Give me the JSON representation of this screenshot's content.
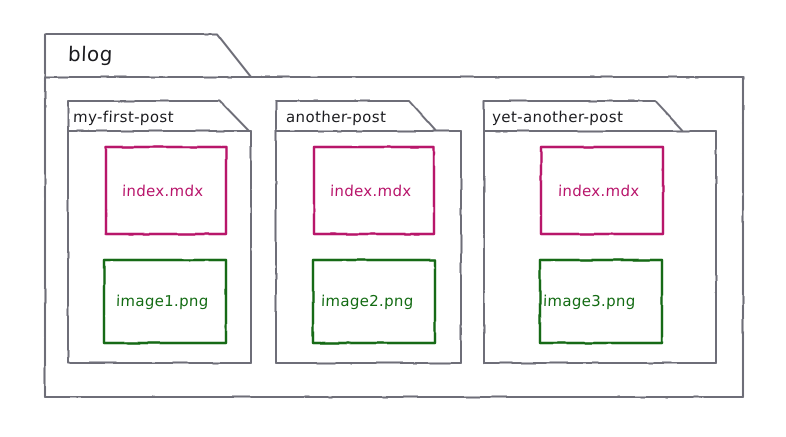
{
  "diagram": {
    "type": "folder-tree",
    "title": "blog",
    "background_color": "#ffffff",
    "stroke_color": "#6e6e78",
    "text_color": "#1b1b1f",
    "root": {
      "name": "blog",
      "kind": "folder"
    },
    "folders": [
      {
        "name": "my-first-post",
        "kind": "folder",
        "files": [
          {
            "name": "index.mdx",
            "kind": "file",
            "color": "#b8156b"
          },
          {
            "name": "image1.png",
            "kind": "file",
            "color": "#136b13"
          }
        ]
      },
      {
        "name": "another-post",
        "kind": "folder",
        "files": [
          {
            "name": "index.mdx",
            "kind": "file",
            "color": "#b8156b"
          },
          {
            "name": "image2.png",
            "kind": "file",
            "color": "#136b13"
          }
        ]
      },
      {
        "name": "yet-another-post",
        "kind": "folder",
        "files": [
          {
            "name": "index.mdx",
            "kind": "file",
            "color": "#b8156b"
          },
          {
            "name": "image3.png",
            "kind": "file",
            "color": "#136b13"
          }
        ]
      }
    ],
    "colors": {
      "mdx_accent": "#b8156b",
      "png_accent": "#136b13",
      "outline": "#6e6e78"
    }
  }
}
